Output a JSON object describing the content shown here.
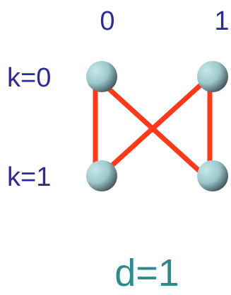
{
  "column_labels": [
    "0",
    "1"
  ],
  "row_labels": [
    "k=0",
    "k=1"
  ],
  "caption": "d=1",
  "colors": {
    "edge": "#ff3a1a",
    "label": "#2b2b9a",
    "caption": "#2e8b8b",
    "node_light": "#b9dfe0",
    "node_dark": "#2e3a44"
  }
}
